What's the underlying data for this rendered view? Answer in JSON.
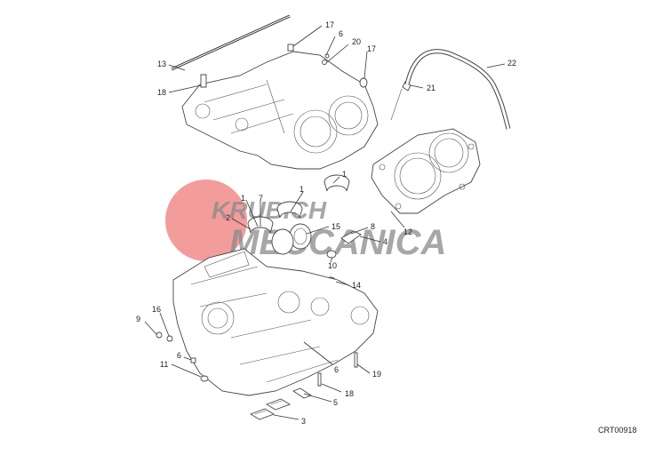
{
  "diagram": {
    "code": "CRT00918",
    "watermark": {
      "line1": "KRUBICH",
      "line2": "MECCANICA",
      "accent_color": "#e84a4a",
      "text_color": "#8a8a8a"
    },
    "callouts": [
      {
        "id": "c17a",
        "label": "17"
      },
      {
        "id": "c6a",
        "label": "6"
      },
      {
        "id": "c20",
        "label": "20"
      },
      {
        "id": "c17b",
        "label": "17"
      },
      {
        "id": "c22",
        "label": "22"
      },
      {
        "id": "c13",
        "label": "13"
      },
      {
        "id": "c18a",
        "label": "18"
      },
      {
        "id": "c21",
        "label": "21"
      },
      {
        "id": "c1a",
        "label": "1"
      },
      {
        "id": "c1b",
        "label": "1"
      },
      {
        "id": "c1c",
        "label": "1"
      },
      {
        "id": "c7",
        "label": "7"
      },
      {
        "id": "c2",
        "label": "2"
      },
      {
        "id": "c15",
        "label": "15"
      },
      {
        "id": "c8",
        "label": "8"
      },
      {
        "id": "c4",
        "label": "4"
      },
      {
        "id": "c12",
        "label": "12"
      },
      {
        "id": "c10",
        "label": "10"
      },
      {
        "id": "c14",
        "label": "14"
      },
      {
        "id": "c9",
        "label": "9"
      },
      {
        "id": "c16",
        "label": "16"
      },
      {
        "id": "c11",
        "label": "11"
      },
      {
        "id": "c6b",
        "label": "6"
      },
      {
        "id": "c6c",
        "label": "6"
      },
      {
        "id": "c19",
        "label": "19"
      },
      {
        "id": "c18b",
        "label": "18"
      },
      {
        "id": "c5",
        "label": "5"
      },
      {
        "id": "c3",
        "label": "3"
      }
    ]
  }
}
